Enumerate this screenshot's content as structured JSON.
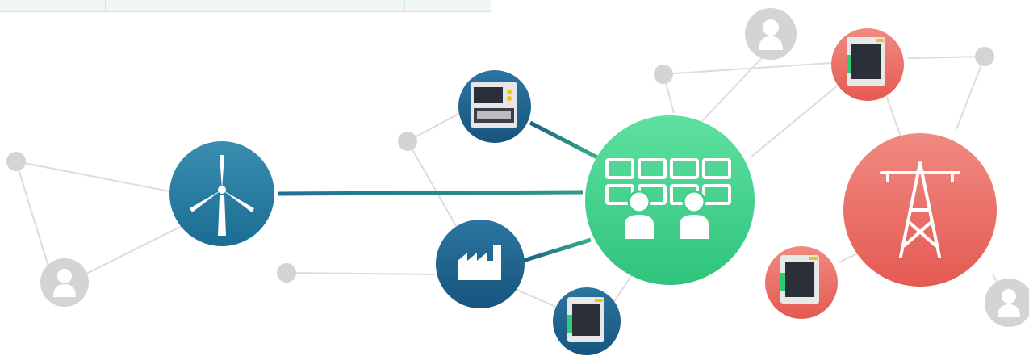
{
  "colors": {
    "teal": "#1f7a9a",
    "navy": "#1c5f86",
    "green": "#3ccf8a",
    "red": "#e8625b",
    "gray": "#d2d2d2",
    "line_gray": "#dcdcdc"
  },
  "nodes": [
    {
      "id": "wind-turbine",
      "icon": "wind-turbine-icon"
    },
    {
      "id": "controller-device-top",
      "icon": "controller-device-icon"
    },
    {
      "id": "factory",
      "icon": "factory-icon"
    },
    {
      "id": "control-room",
      "icon": "control-room-operators-icon"
    },
    {
      "id": "power-tower",
      "icon": "transmission-tower-icon"
    },
    {
      "id": "meter-device-bottom",
      "icon": "meter-device-icon"
    },
    {
      "id": "meter-device-top-right",
      "icon": "meter-device-icon"
    },
    {
      "id": "meter-device-bottom-right",
      "icon": "meter-device-icon"
    }
  ]
}
